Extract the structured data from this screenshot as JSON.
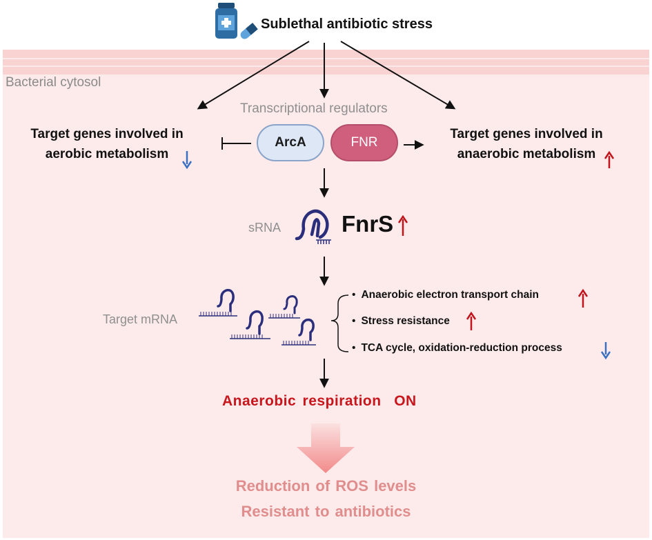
{
  "title": "Sublethal antibiotic stress",
  "cytosol_label": "Bacterial cytosol",
  "regulators_label": "Transcriptional regulators",
  "regulators": {
    "arca": "ArcA",
    "fnr": "FNR"
  },
  "aerobic": {
    "line1": "Target genes involved in",
    "line2": "aerobic metabolism",
    "trend": "down"
  },
  "anaerobic": {
    "line1": "Target genes involved in",
    "line2": "anaerobic metabolism",
    "trend": "up"
  },
  "srna_label": "sRNA",
  "fnrs_label": "FnrS",
  "target_mrna_label": "Target mRNA",
  "effects": [
    {
      "label": "Anaerobic electron transport chain",
      "trend": "up"
    },
    {
      "label": "Stress resistance",
      "trend": "up"
    },
    {
      "label": "TCA cycle, oxidation-reduction process",
      "trend": "down"
    }
  ],
  "respiration_on": "Anaerobic respiration  ON",
  "outcomes": [
    "Reduction of ROS levels",
    "Resistant to antibiotics"
  ],
  "colors": {
    "up_arrow": "#c0141c",
    "down_arrow": "#3a70c2",
    "fnr_pill": "#d05f7e",
    "arca_pill": "#dde7f6",
    "cytosol": "#fdeaea",
    "rna": "#2b2e7a"
  },
  "icons": {
    "stress_icon": "medicine-bottle-and-pill-icon"
  }
}
